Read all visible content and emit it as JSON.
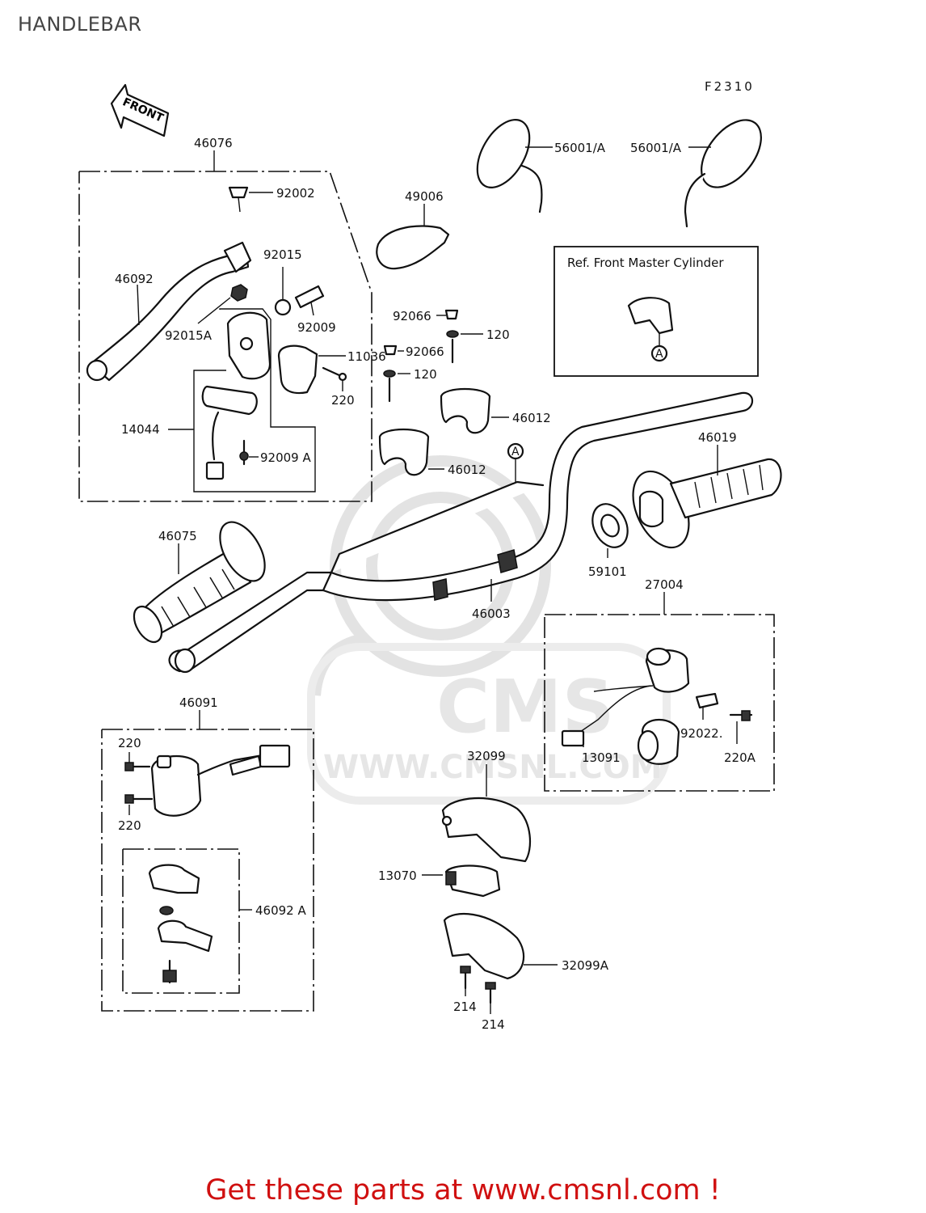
{
  "header": {
    "title": "HANDLEBAR"
  },
  "figure_code": "F2310",
  "front_label": "FRONT",
  "watermark": {
    "logo": "CMS",
    "url": "WWW.CMSNL.COM"
  },
  "ref_box": {
    "title": "Ref. Front Master Cylinder",
    "marker": "A"
  },
  "marker_a": "A",
  "labels": {
    "p46076": "46076",
    "p92002": "92002",
    "p46092": "46092",
    "p92015": "92015",
    "p92009": "92009",
    "p92015A": "92015A",
    "p11036": "11036",
    "p220a": "220",
    "p14044": "14044",
    "p92009A": "92009 A",
    "p49006": "49006",
    "p56001a": "56001/A",
    "p56001b": "56001/A",
    "p92066a": "92066",
    "p120a": "120",
    "p92066b": "92066",
    "p120b": "120",
    "p46012a": "46012",
    "p46012b": "46012",
    "p46019": "46019",
    "p46075": "46075",
    "p59101": "59101",
    "p46003": "46003",
    "p27004": "27004",
    "p92022": "92022.",
    "p220A": "220A",
    "p13091": "13091",
    "p46091": "46091",
    "p220b": "220",
    "p220c": "220",
    "p46092A": "46092 A",
    "p32099": "32099",
    "p13070": "13070",
    "p32099A": "32099A",
    "p214a": "214",
    "p214b": "214"
  },
  "footer": {
    "text": "Get these parts at www.cmsnl.com !"
  }
}
